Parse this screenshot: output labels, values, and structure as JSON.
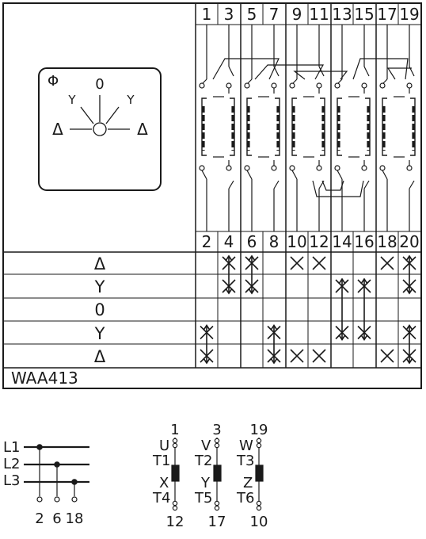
{
  "dial": {
    "phi": "Φ",
    "zero": "0",
    "wye_left": "Y",
    "wye_right": "Y",
    "delta_left": "Δ",
    "delta_right": "Δ"
  },
  "top_terminals": [
    "1",
    "3",
    "5",
    "7",
    "9",
    "11",
    "13",
    "15",
    "17",
    "19"
  ],
  "bottom_terminals": [
    "2",
    "4",
    "6",
    "8",
    "10",
    "12",
    "14",
    "16",
    "18",
    "20"
  ],
  "rows": [
    {
      "symbol": "Δ",
      "marks": [
        "",
        "X↕",
        "X↕",
        "",
        "X",
        "X",
        "",
        "",
        "X",
        "X↕"
      ]
    },
    {
      "symbol": "Y",
      "marks": [
        "",
        "X↕",
        "X↕",
        "",
        "",
        "",
        "X↕",
        "X↕",
        "",
        "X↕"
      ]
    },
    {
      "symbol": "0",
      "marks": [
        "",
        "",
        "",
        "",
        "",
        "",
        "↕",
        "↕",
        "",
        ""
      ]
    },
    {
      "symbol": "Y",
      "marks": [
        "X↕",
        "",
        "",
        "X↕",
        "",
        "",
        "X↕",
        "X↕",
        "",
        "X↕"
      ]
    },
    {
      "symbol": "Δ",
      "marks": [
        "X↕",
        "",
        "",
        "X↕",
        "X",
        "X",
        "",
        "",
        "X",
        "X↕"
      ]
    }
  ],
  "model": "WAA413",
  "lines": {
    "labels": [
      "L1",
      "L2",
      "L3"
    ],
    "terminals": [
      "2",
      "6",
      "18"
    ]
  },
  "windings": [
    {
      "top_num": "1",
      "start": "U",
      "t_start": "T1",
      "end": "X",
      "t_end": "T4",
      "bottom_num": "12"
    },
    {
      "top_num": "3",
      "start": "V",
      "t_start": "T2",
      "end": "Y",
      "t_end": "T5",
      "bottom_num": "17"
    },
    {
      "top_num": "19",
      "start": "W",
      "t_start": "T3",
      "end": "Z",
      "t_end": "T6",
      "bottom_num": "10"
    }
  ],
  "colors": {
    "ink": "#1a1a1a",
    "background": "#ffffff"
  }
}
